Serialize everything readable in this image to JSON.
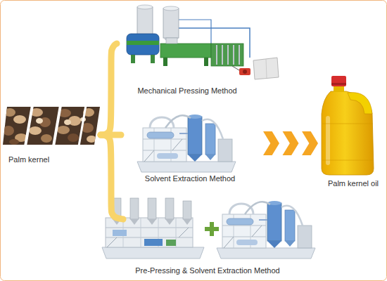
{
  "diagram": {
    "nodes": [
      {
        "text": [
          "Palm kernel"
        ]
      },
      {
        "text": [
          "Mechanical Pressing Method"
        ]
      },
      {
        "text": [
          "Solvent Extraction Method"
        ]
      },
      {
        "text": [
          "Pre-Pressing & Solvent Extraction Method"
        ]
      },
      {
        "text": [
          "Palm kernel oil"
        ]
      }
    ],
    "edges": [
      {
        "from": 0,
        "to": 1,
        "arrow": "none"
      },
      {
        "from": 0,
        "to": 2,
        "arrow": "none"
      },
      {
        "from": 0,
        "to": 3,
        "arrow": "none"
      },
      {
        "from": 2,
        "to": 4,
        "arrow": "to"
      }
    ]
  }
}
